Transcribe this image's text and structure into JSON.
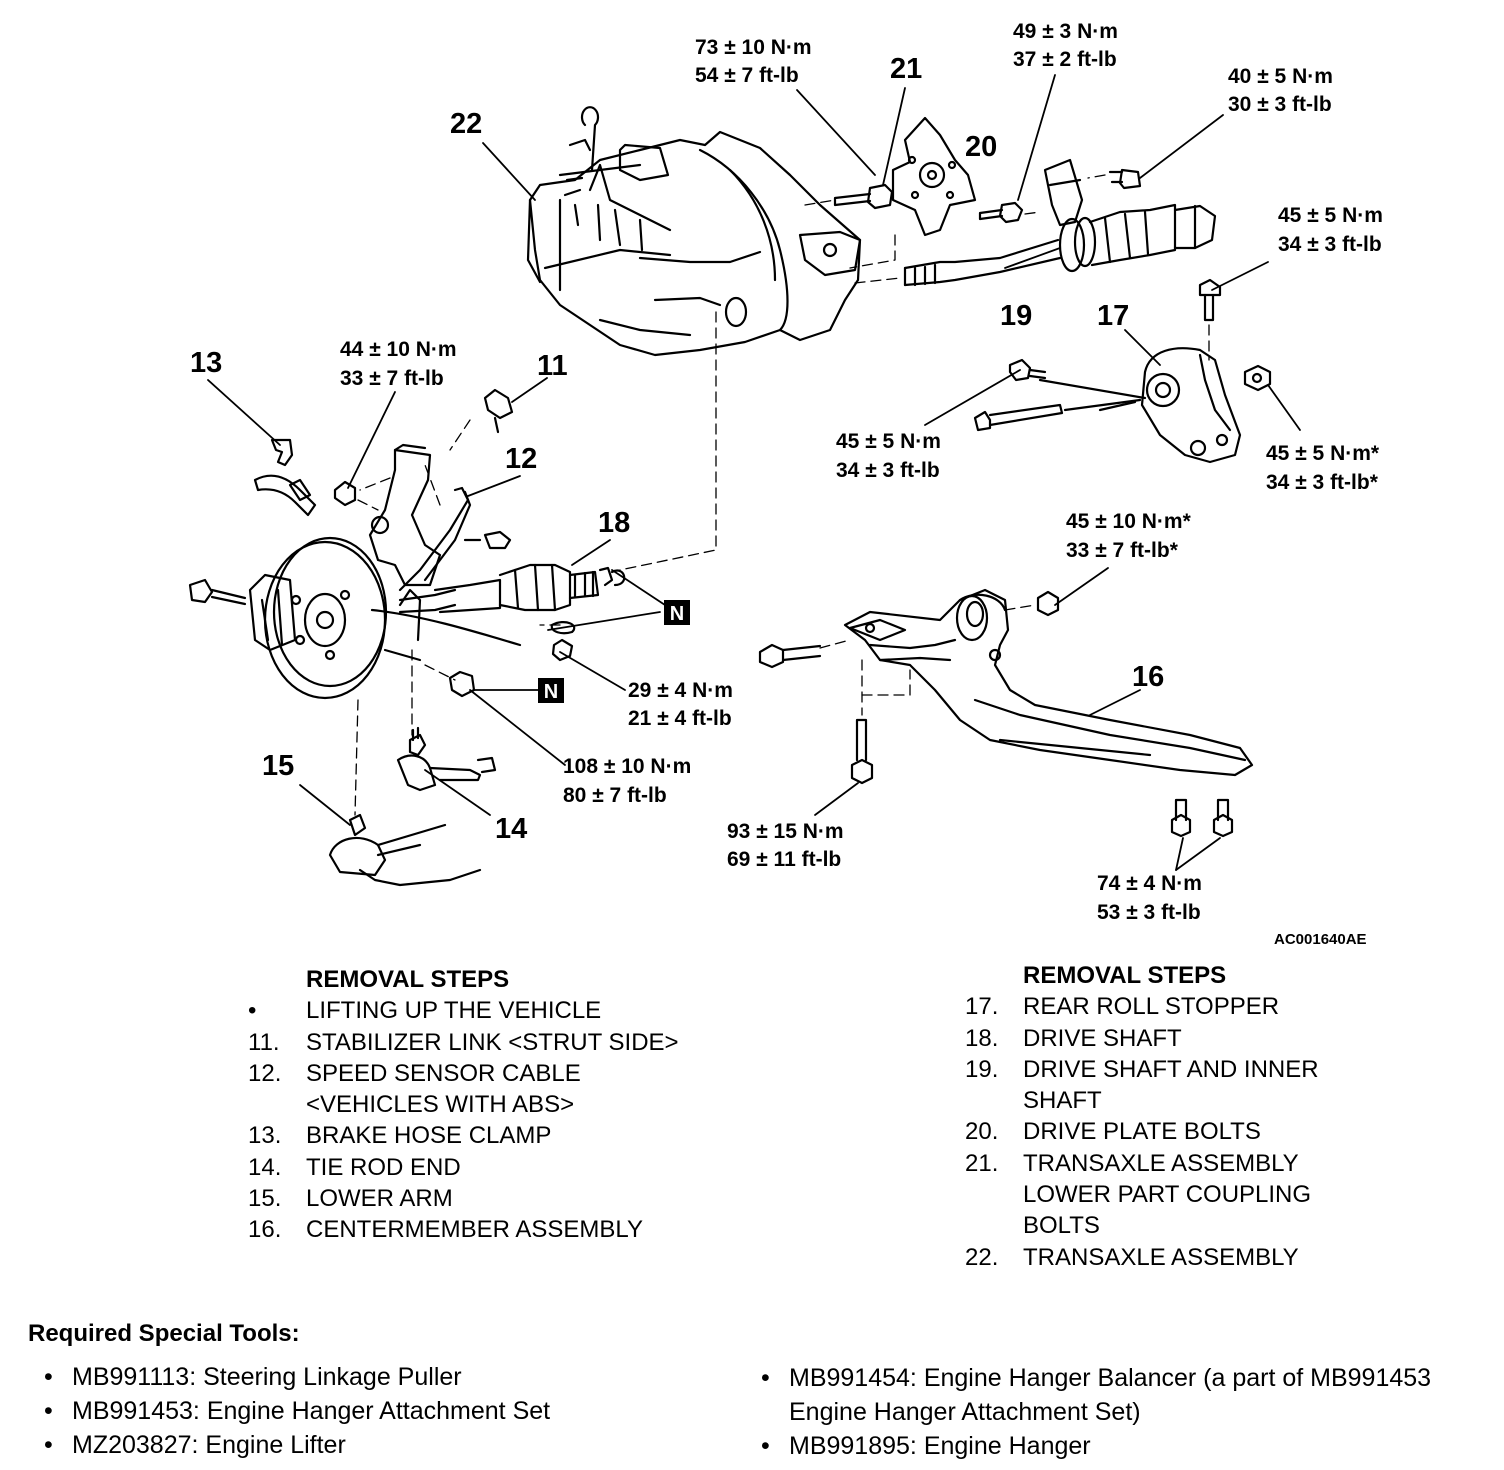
{
  "diagram": {
    "part_numbers": {
      "p11": "11",
      "p12": "12",
      "p13": "13",
      "p14": "14",
      "p15": "15",
      "p16": "16",
      "p17": "17",
      "p18": "18",
      "p19": "19",
      "p20": "20",
      "p21": "21",
      "p22": "22"
    },
    "torques": {
      "t_73": {
        "nm": "73 ± 10 N·m",
        "ftlb": "54 ± 7 ft-lb"
      },
      "t_49": {
        "nm": "49 ± 3 N·m",
        "ftlb": "37 ± 2 ft-lb"
      },
      "t_40": {
        "nm": "40 ± 5 N·m",
        "ftlb": "30 ± 3 ft-lb"
      },
      "t_45a": {
        "nm": "45 ± 5 N·m",
        "ftlb": "34 ± 3 ft-lb"
      },
      "t_44": {
        "nm": "44 ± 10 N·m",
        "ftlb": "33 ± 7 ft-lb"
      },
      "t_45b": {
        "nm": "45 ± 5 N·m",
        "ftlb": "34 ± 3 ft-lb"
      },
      "t_45c": {
        "nm": "45 ± 5 N·m*",
        "ftlb": "34 ± 3 ft-lb*"
      },
      "t_45d": {
        "nm": "45 ± 10 N·m*",
        "ftlb": "33 ± 7 ft-lb*"
      },
      "t_29": {
        "nm": "29 ± 4 N·m",
        "ftlb": "21 ± 4 ft-lb"
      },
      "t_108": {
        "nm": "108 ± 10 N·m",
        "ftlb": "80 ± 7 ft-lb"
      },
      "t_93": {
        "nm": "93 ± 15 N·m",
        "ftlb": "69 ± 11 ft-lb"
      },
      "t_74": {
        "nm": "74 ± 4 N·m",
        "ftlb": "53 ± 3 ft-lb"
      }
    },
    "n_mark": "N",
    "figure_ref": "AC001640AE"
  },
  "removal_left": {
    "heading": "REMOVAL STEPS",
    "items": [
      {
        "num": "•",
        "text": "LIFTING UP THE VEHICLE"
      },
      {
        "num": "11.",
        "text": "STABILIZER LINK <STRUT SIDE>"
      },
      {
        "num": "12.",
        "text": "SPEED SENSOR CABLE <VEHICLES WITH ABS>"
      },
      {
        "num": "13.",
        "text": "BRAKE HOSE CLAMP"
      },
      {
        "num": "14.",
        "text": "TIE ROD END"
      },
      {
        "num": "15.",
        "text": "LOWER ARM"
      },
      {
        "num": "16.",
        "text": "CENTERMEMBER ASSEMBLY"
      }
    ]
  },
  "removal_right": {
    "heading": "REMOVAL STEPS",
    "items": [
      {
        "num": "17.",
        "text": "REAR ROLL STOPPER"
      },
      {
        "num": "18.",
        "text": "DRIVE SHAFT"
      },
      {
        "num": "19.",
        "text": "DRIVE SHAFT AND INNER SHAFT"
      },
      {
        "num": "20.",
        "text": "DRIVE PLATE BOLTS"
      },
      {
        "num": "21.",
        "text": "TRANSAXLE ASSEMBLY LOWER PART COUPLING BOLTS"
      },
      {
        "num": "22.",
        "text": "TRANSAXLE ASSEMBLY"
      }
    ]
  },
  "tools": {
    "title": "Required Special Tools:",
    "bullet": "•",
    "left": [
      "MB991113: Steering Linkage Puller",
      "MB991453: Engine Hanger Attachment Set",
      "MZ203827: Engine Lifter"
    ],
    "right": [
      "MB991454: Engine Hanger Balancer (a part of MB991453 Engine Hanger Attachment Set)",
      "MB991895: Engine Hanger"
    ]
  }
}
